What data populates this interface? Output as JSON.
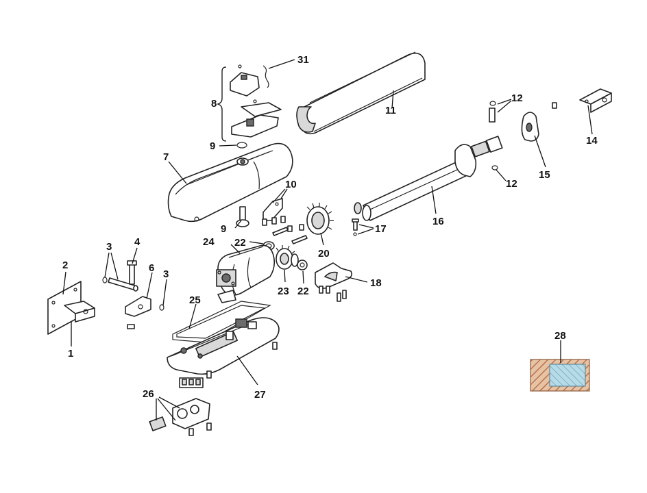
{
  "diagram": {
    "labels": {
      "p1": "1",
      "p2": "2",
      "p3a": "3",
      "p3b": "3",
      "p4": "4",
      "p6": "6",
      "p7": "7",
      "p8": "8",
      "p9a": "9",
      "p9b": "9",
      "p10": "10",
      "p11": "11",
      "p12a": "12",
      "p12b": "12",
      "p14": "14",
      "p15": "15",
      "p16": "16",
      "p17": "17",
      "p18": "18",
      "p20": "20",
      "p22a": "22",
      "p22b": "22",
      "p23": "23",
      "p24": "24",
      "p25": "25",
      "p26": "26",
      "p27": "27",
      "p28": "28",
      "p31": "31"
    },
    "colors": {
      "line": "#222222",
      "fill_light": "#d9d9d9",
      "fill_dark": "#6b6b6b",
      "board_brown": "#c98f6a",
      "board_blue": "#9fc7d8"
    }
  }
}
